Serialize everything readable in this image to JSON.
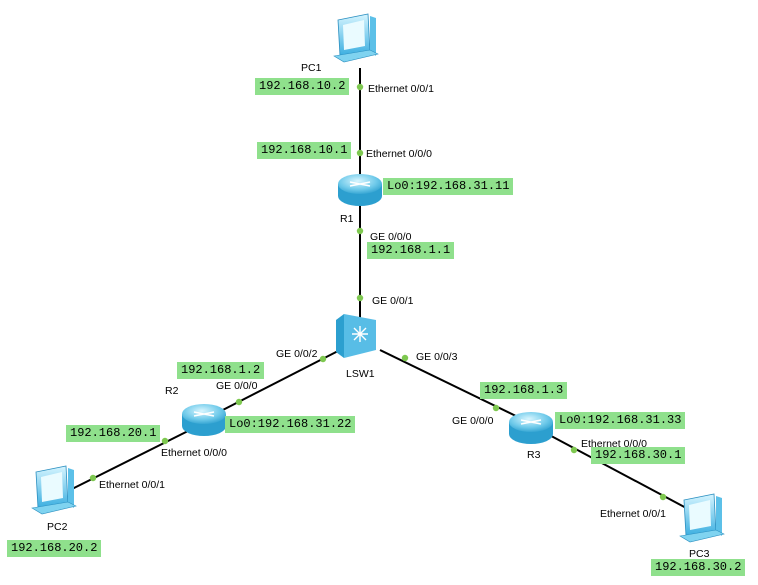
{
  "colors": {
    "link": "#000000",
    "port_dot": "#7ec850",
    "ip_bg": "#8fe08c",
    "device_light": "#c6f1fb",
    "device_dark": "#2fa6d6"
  },
  "devices": {
    "pc1": {
      "name": "PC1",
      "icon": "pc-icon"
    },
    "pc2": {
      "name": "PC2",
      "icon": "pc-icon"
    },
    "pc3": {
      "name": "PC3",
      "icon": "pc-icon"
    },
    "r1": {
      "name": "R1",
      "icon": "router-icon"
    },
    "r2": {
      "name": "R2",
      "icon": "router-icon"
    },
    "r3": {
      "name": "R3",
      "icon": "router-icon"
    },
    "lsw1": {
      "name": "LSW1",
      "icon": "switch-icon"
    }
  },
  "ports": {
    "pc1_eth": "Ethernet 0/0/1",
    "r1_eth": "Ethernet 0/0/0",
    "r1_ge": "GE 0/0/0",
    "lsw1_ge1": "GE 0/0/1",
    "lsw1_ge2": "GE 0/0/2",
    "lsw1_ge3": "GE 0/0/3",
    "r2_ge": "GE 0/0/0",
    "r2_eth": "Ethernet 0/0/0",
    "pc2_eth": "Ethernet 0/0/1",
    "r3_ge": "GE 0/0/0",
    "r3_eth": "Ethernet 0/0/0",
    "pc3_eth": "Ethernet 0/0/1"
  },
  "ips": {
    "pc1": "192.168.10.2",
    "r1_eth": "192.168.10.1",
    "r1_lo0": "Lo0:192.168.31.11",
    "r1_ge": "192.168.1.1",
    "r2_ge": "192.168.1.2",
    "r2_lo0": "Lo0:192.168.31.22",
    "r2_eth": "192.168.20.1",
    "pc2": "192.168.20.2",
    "r3_ge": "192.168.1.3",
    "r3_lo0": "Lo0:192.168.31.33",
    "r3_eth": "192.168.30.1",
    "pc3": "192.168.30.2"
  }
}
